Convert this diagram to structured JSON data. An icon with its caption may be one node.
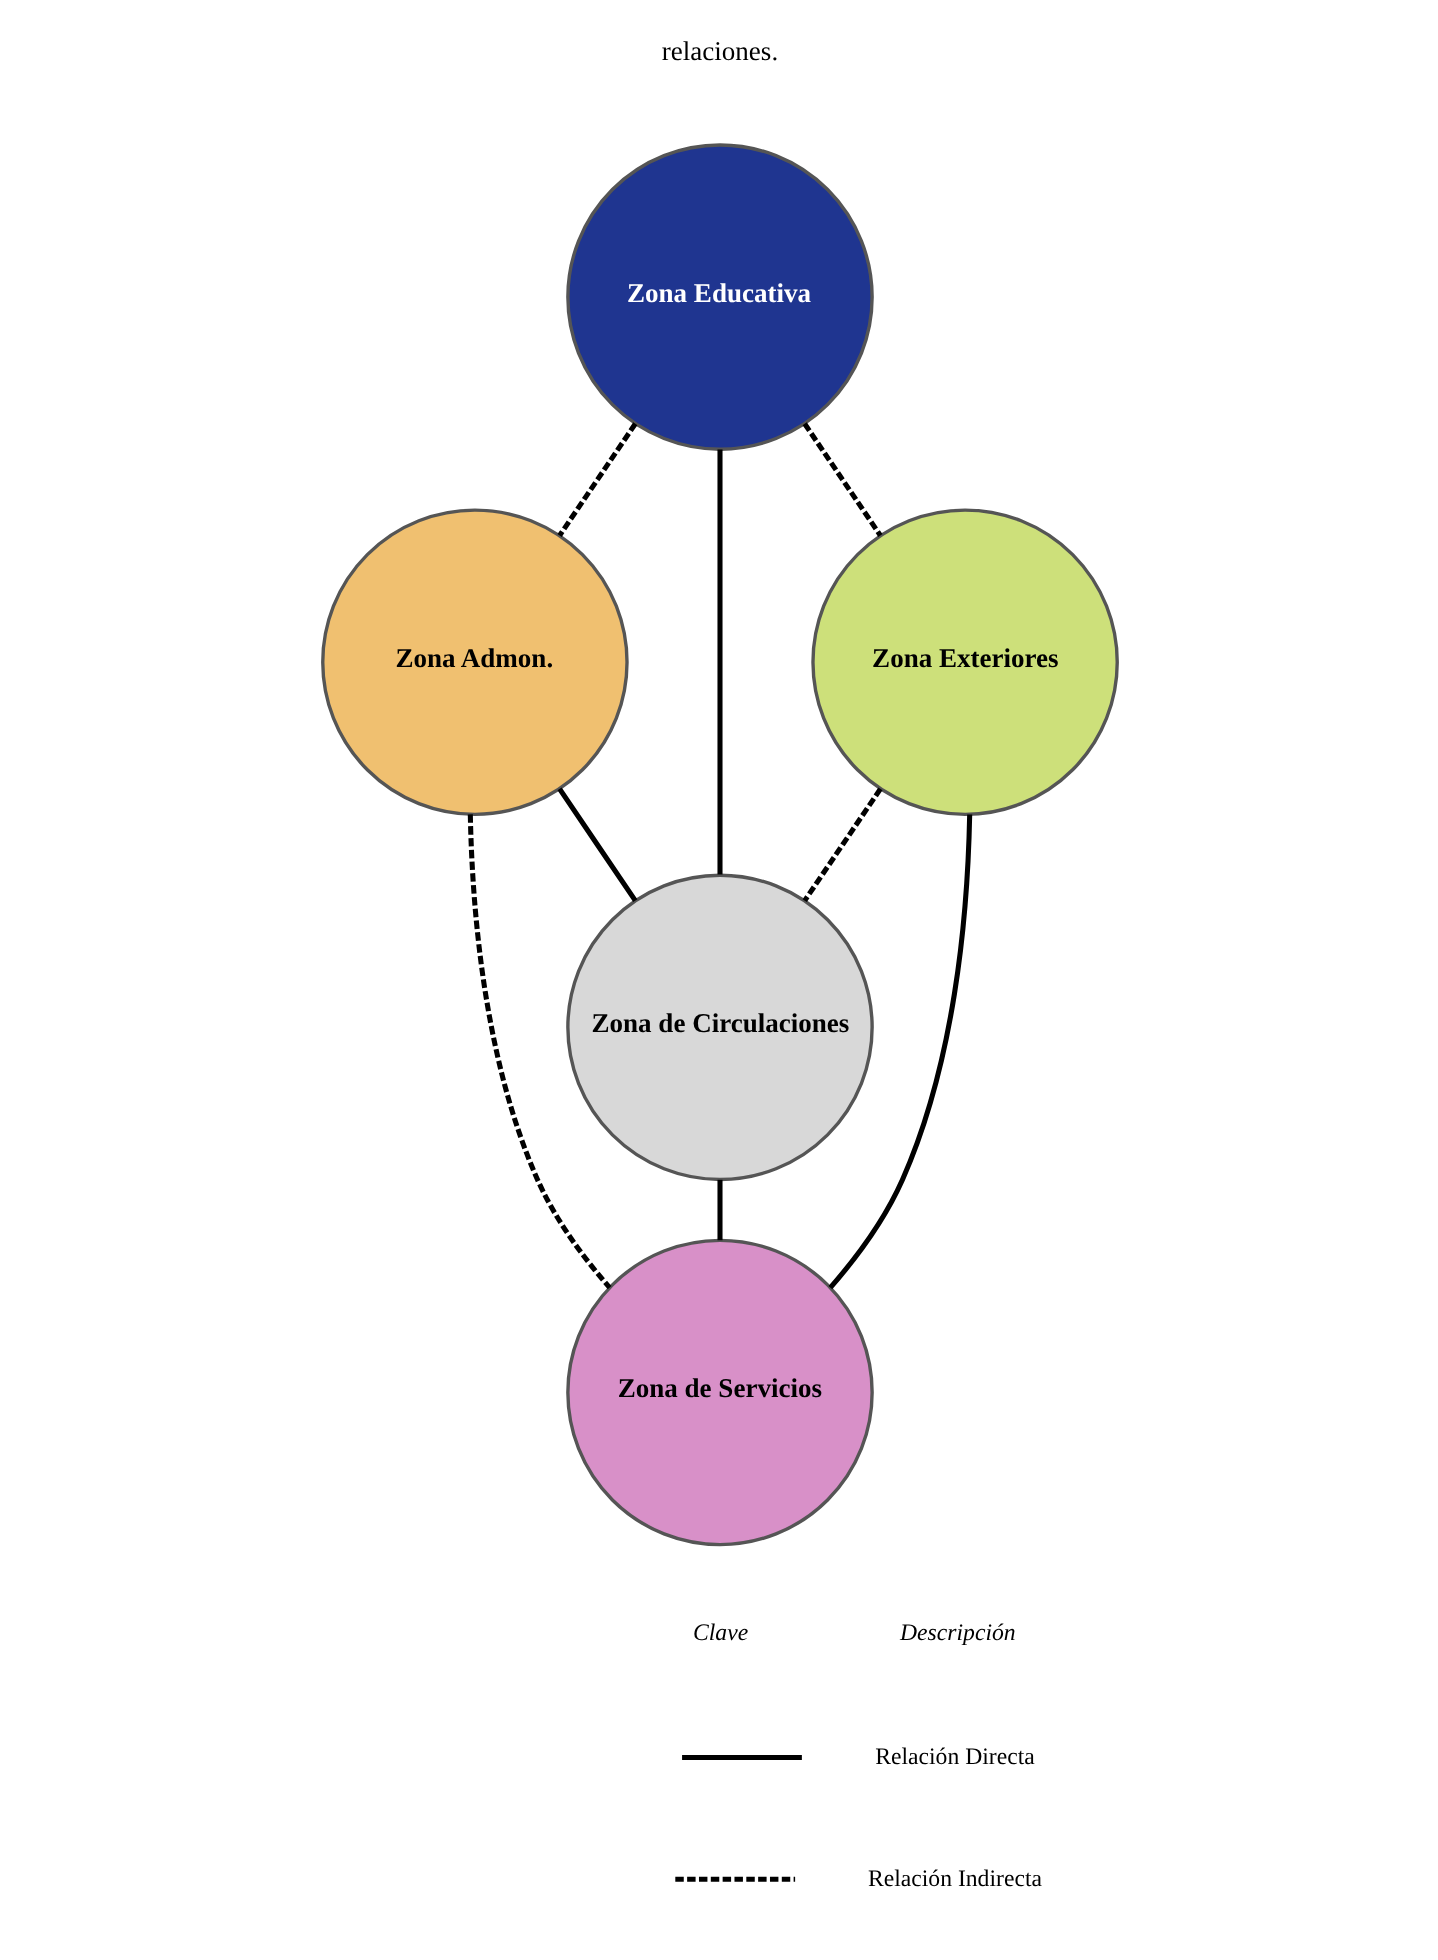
{
  "diagram": {
    "nodes": [
      {
        "text": [
          "Zona Educativa"
        ]
      },
      {
        "text": [
          "Zona Admon."
        ]
      },
      {
        "text": [
          "Zona Exteriores"
        ]
      },
      {
        "text": [
          "Zona de Circulaciones"
        ]
      },
      {
        "text": [
          "Zona de Servicios"
        ]
      }
    ],
    "edges": [
      {
        "from": 0,
        "to": 1,
        "arrow": "none",
        "style": "dashed"
      },
      {
        "from": 0,
        "to": 2,
        "arrow": "none",
        "style": "dashed"
      },
      {
        "from": 0,
        "to": 3,
        "arrow": "none"
      },
      {
        "from": 1,
        "to": 3,
        "arrow": "none"
      },
      {
        "from": 1,
        "to": 4,
        "arrow": "none",
        "style": "dashed"
      },
      {
        "from": 2,
        "to": 3,
        "arrow": "none",
        "style": "dashed"
      },
      {
        "from": 2,
        "to": 4,
        "arrow": "none"
      },
      {
        "from": 3,
        "to": 4,
        "arrow": "none"
      }
    ],
    "labels": [
      "relaciones.",
      "Clave",
      "Descripción"
    ],
    "legend": [
      {
        "text": "Relación Directa"
      },
      {
        "text": "Relación Indirecta"
      }
    ]
  }
}
